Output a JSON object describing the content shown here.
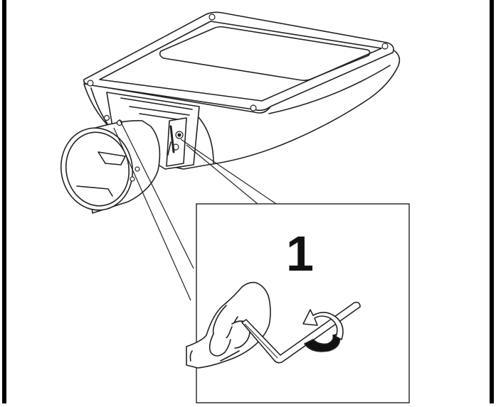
{
  "figure": {
    "step_number": "1",
    "components": {
      "fixture": "street-light-luminaire",
      "tool": "hex-key",
      "hand": "hand",
      "rotation_direction": "counter-clockwise-arrow"
    }
  },
  "colors": {
    "line": "#222222",
    "fill": "#ffffff",
    "background": "#ffffff",
    "border": "#000000"
  }
}
